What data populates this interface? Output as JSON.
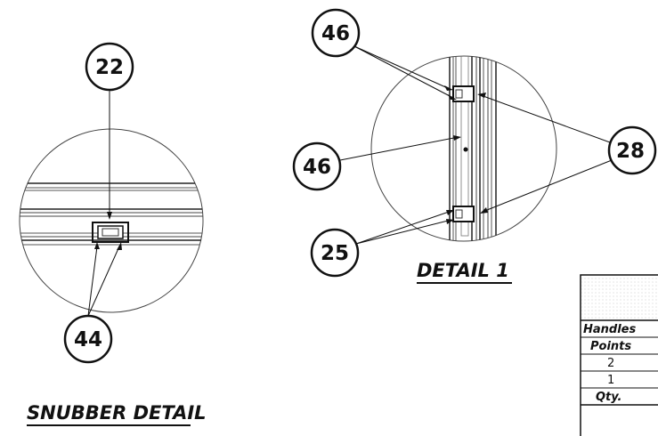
{
  "snubber_detail": {
    "caption": "SNUBBER DETAIL",
    "balloon_top": "22",
    "balloon_bottom": "44"
  },
  "detail_1": {
    "caption": "DETAIL 1",
    "balloon_top_left": "46",
    "balloon_mid_left": "46",
    "balloon_bottom_left": "25",
    "balloon_right": "28"
  },
  "table": {
    "rows": [
      "Handles",
      "Points",
      "2",
      "1",
      "Qty."
    ]
  }
}
